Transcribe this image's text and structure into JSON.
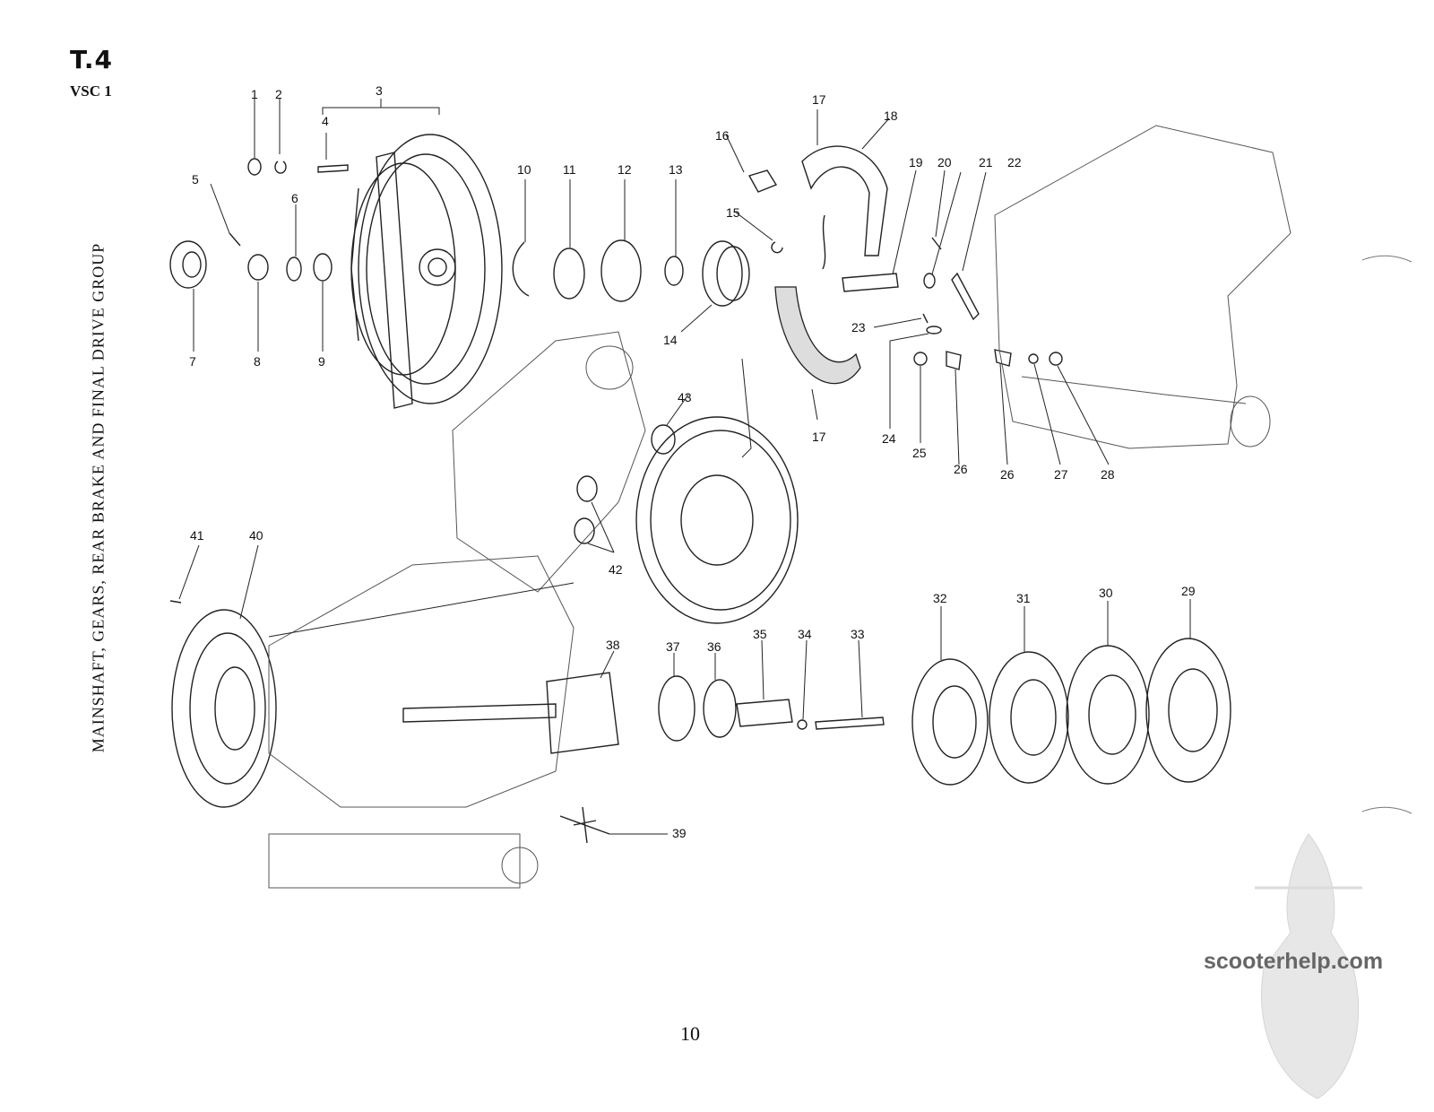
{
  "header": {
    "table_id": "T.4",
    "model_code": "VSC 1"
  },
  "title": "MAINSHAFT, GEARS, REAR BRAKE AND FINAL DRIVE GROUP",
  "page_number": "10",
  "watermark": "scooterhelp.com",
  "part_labels": [
    "1",
    "2",
    "3",
    "4",
    "5",
    "6",
    "7",
    "8",
    "9",
    "10",
    "11",
    "12",
    "13",
    "14",
    "15",
    "16",
    "17",
    "17",
    "18",
    "19",
    "20",
    "21",
    "22",
    "23",
    "24",
    "25",
    "26",
    "26",
    "27",
    "28",
    "29",
    "30",
    "31",
    "32",
    "33",
    "34",
    "35",
    "36",
    "37",
    "38",
    "39",
    "40",
    "41",
    "42",
    "43"
  ]
}
